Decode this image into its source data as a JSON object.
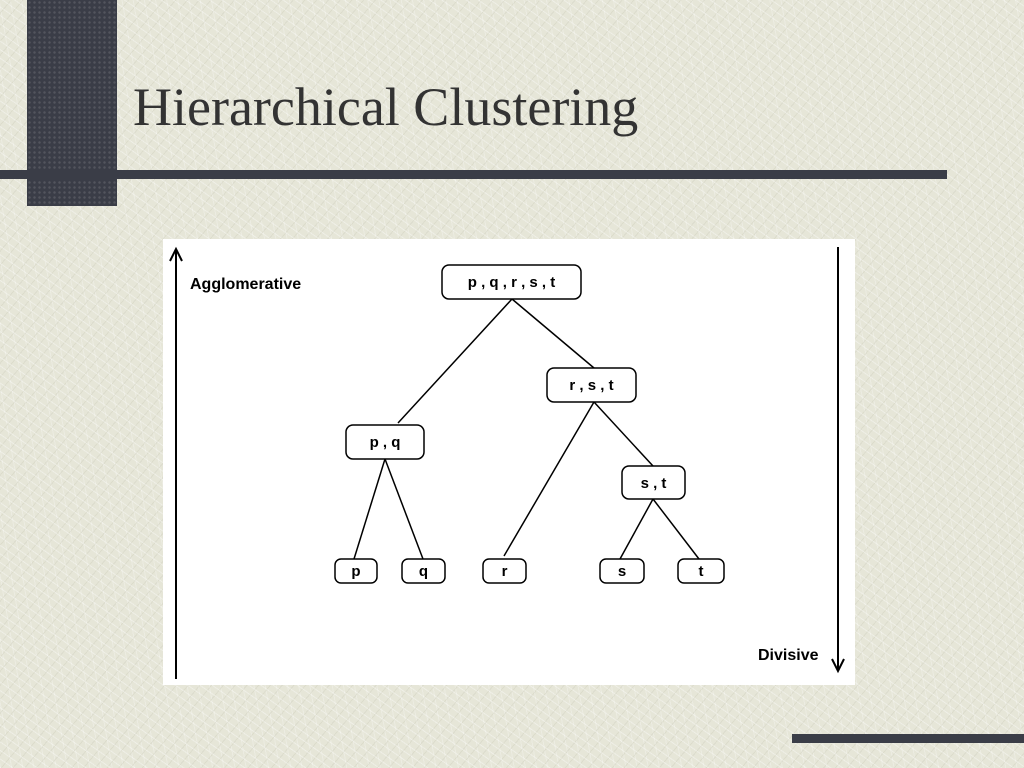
{
  "slide": {
    "title": "Hierarchical Clustering"
  },
  "diagram": {
    "agglomerative_label": "Agglomerative",
    "divisive_label": "Divisive",
    "nodes": {
      "root": "p , q , r , s , t",
      "rst": "r , s , t",
      "pq": "p , q",
      "st": "s , t",
      "p": "p",
      "q": "q",
      "r": "r",
      "s": "s",
      "t": "t"
    }
  },
  "colors": {
    "accent": "#3a3d47",
    "background": "#e6e6d8",
    "title_text": "#333333"
  }
}
